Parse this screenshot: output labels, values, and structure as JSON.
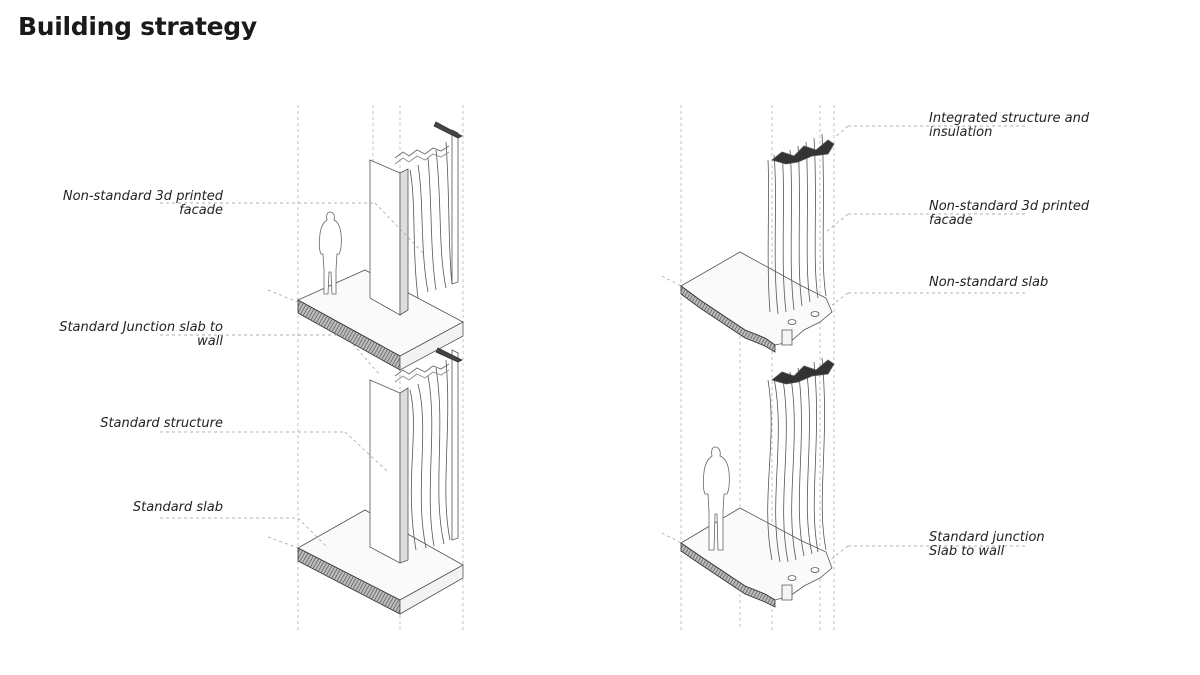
{
  "title": "Building strategy",
  "left_labels": [
    {
      "id": "facade",
      "lines": [
        "Non-standard 3d printed",
        "facade"
      ]
    },
    {
      "id": "junction",
      "lines": [
        "Standard Junction slab to",
        "wall"
      ]
    },
    {
      "id": "structure",
      "lines": [
        "Standard structure"
      ]
    },
    {
      "id": "slab",
      "lines": [
        "Standard slab"
      ]
    }
  ],
  "right_labels": [
    {
      "id": "integrated",
      "lines": [
        "Integrated structure and",
        "insulation"
      ]
    },
    {
      "id": "facade",
      "lines": [
        "Non-standard 3d printed",
        "facade"
      ]
    },
    {
      "id": "slab",
      "lines": [
        "Non-standard slab"
      ]
    },
    {
      "id": "junction",
      "lines": [
        "Standard junction",
        "Slab to wall"
      ]
    }
  ]
}
